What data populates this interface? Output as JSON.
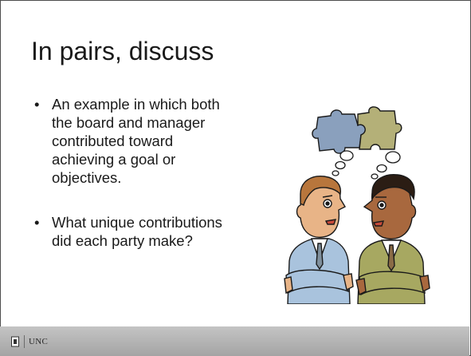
{
  "slide": {
    "title": "In pairs, discuss",
    "bullets": [
      "An example in which both the board and manager contributed toward achieving a goal or objectives.",
      "What unique contributions did each party make?"
    ],
    "bullet_symbol": "•"
  },
  "footer": {
    "logo_text": "UNC",
    "background": "#b5b5b5"
  },
  "colors": {
    "text": "#1a1a1a",
    "puzzle_blue": "#8aa0bd",
    "puzzle_olive": "#b4b078",
    "suit_blue": "#a9c3dd",
    "suit_olive": "#a7a861",
    "skin_light": "#e8b487",
    "skin_dark": "#a8683e"
  }
}
